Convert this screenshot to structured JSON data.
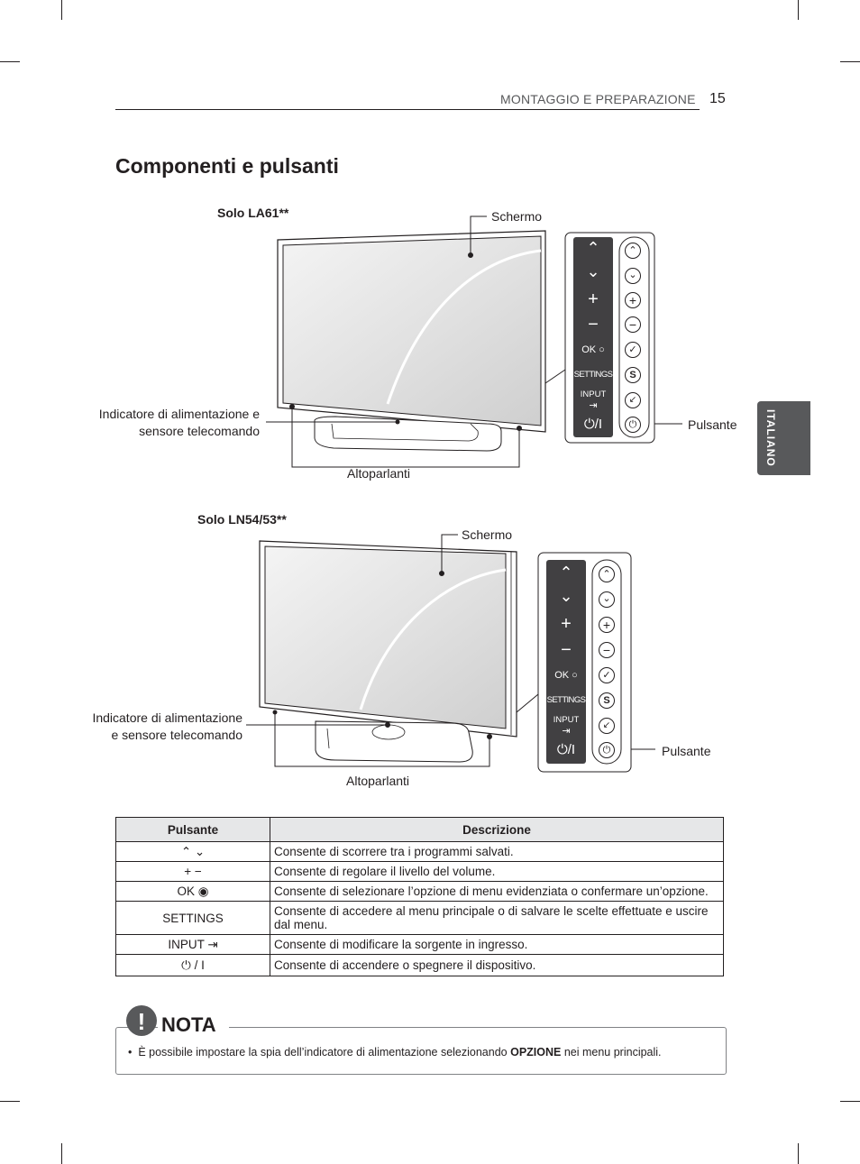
{
  "header": {
    "section": "MONTAGGIO E PREPARAZIONE",
    "page_number": "15"
  },
  "side_tab": "ITALIANO",
  "title": "Componenti e pulsanti",
  "figures": [
    {
      "model": "Solo LA61**",
      "screen_label": "Schermo",
      "indicator_label_line1": "Indicatore di alimentazione e",
      "indicator_label_line2": "sensore telecomando",
      "speakers_label": "Altoparlanti",
      "button_label": "Pulsante"
    },
    {
      "model": "Solo LN54/53**",
      "screen_label": "Schermo",
      "indicator_label_line1": "Indicatore di alimentazione",
      "indicator_label_line2": "e sensore telecomando",
      "speakers_label": "Altoparlanti",
      "button_label": "Pulsante"
    }
  ],
  "panel": {
    "up": "⌃",
    "down": "⌄",
    "plus": "+",
    "minus": "−",
    "ok": "OK",
    "settings": "SETTINGS",
    "input": "INPUT",
    "power": "⏻/I"
  },
  "table": {
    "headers": [
      "Pulsante",
      "Descrizione"
    ],
    "rows": [
      {
        "button": "⌃ ⌄",
        "description": "Consente di scorrere tra i programmi salvati."
      },
      {
        "button": "+ −",
        "description": "Consente di regolare il livello del volume."
      },
      {
        "button": "OK ◉",
        "description": "Consente di selezionare l’opzione di menu evidenziata o confermare un’opzione."
      },
      {
        "button": "SETTINGS",
        "description": "Consente di accedere al menu principale o di salvare le scelte effettuate e uscire dal menu."
      },
      {
        "button": "INPUT ⇥",
        "description": "Consente di modificare la sorgente in ingresso."
      },
      {
        "button": "⏻ / I",
        "description": "Consente di accendere o spegnere il dispositivo."
      }
    ]
  },
  "note": {
    "title": "NOTA",
    "bullet": "•",
    "text_before": "È possibile impostare la spia dell’indicatore di alimentazione selezionando ",
    "text_bold": "OPZIONE",
    "text_after": " nei menu principali."
  }
}
